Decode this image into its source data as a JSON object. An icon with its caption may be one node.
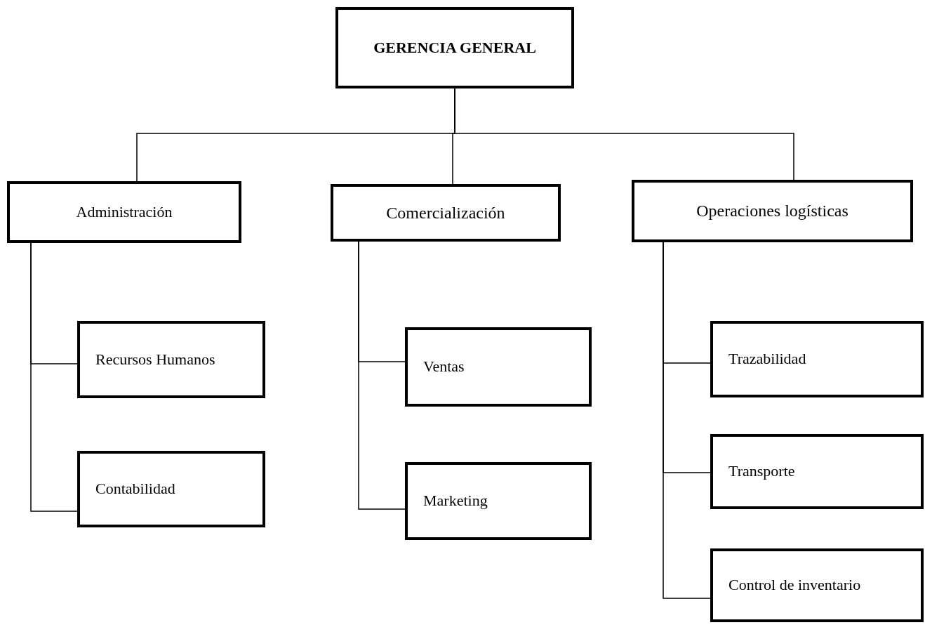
{
  "diagram": {
    "nodes": [
      {
        "text": [
          "GERENCIA GENERAL"
        ]
      },
      {
        "text": [
          "Administración"
        ]
      },
      {
        "text": [
          "Comercialización"
        ]
      },
      {
        "text": [
          "Operaciones logísticas"
        ]
      },
      {
        "text": [
          "Recursos Humanos"
        ]
      },
      {
        "text": [
          "Contabilidad"
        ]
      },
      {
        "text": [
          "Ventas"
        ]
      },
      {
        "text": [
          "Marketing"
        ]
      },
      {
        "text": [
          "Trazabilidad"
        ]
      },
      {
        "text": [
          "Transporte"
        ]
      },
      {
        "text": [
          "Control de inventario"
        ]
      }
    ],
    "edges": [
      {
        "from": 0,
        "to": 1,
        "arrow": "none"
      },
      {
        "from": 0,
        "to": 2,
        "arrow": "none"
      },
      {
        "from": 0,
        "to": 3,
        "arrow": "none"
      },
      {
        "from": 1,
        "to": 4,
        "arrow": "none"
      },
      {
        "from": 1,
        "to": 5,
        "arrow": "none"
      },
      {
        "from": 2,
        "to": 6,
        "arrow": "none"
      },
      {
        "from": 2,
        "to": 7,
        "arrow": "none"
      },
      {
        "from": 3,
        "to": 8,
        "arrow": "none"
      },
      {
        "from": 3,
        "to": 9,
        "arrow": "none"
      },
      {
        "from": 3,
        "to": 10,
        "arrow": "none"
      }
    ]
  }
}
